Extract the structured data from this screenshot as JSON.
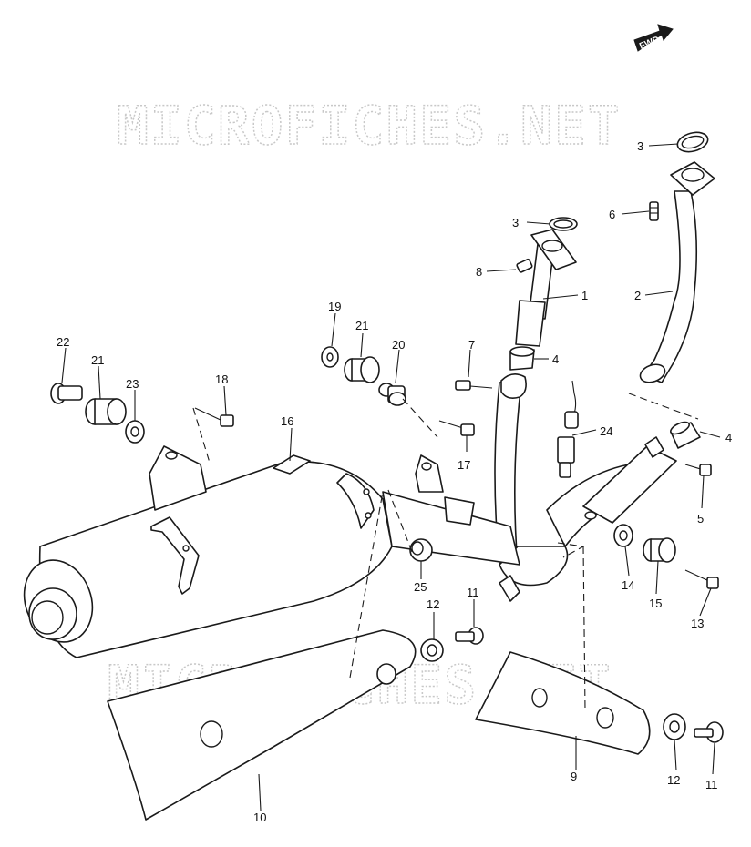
{
  "badge": {
    "direction_label": "FWD"
  },
  "watermarks": [
    "MICROFICHES.NET",
    "MICROFICHES.NET"
  ],
  "callouts": {
    "c1": "1",
    "c2": "2",
    "c3a": "3",
    "c3b": "3",
    "c4a": "4",
    "c4b": "4",
    "c5": "5",
    "c6": "6",
    "c7": "7",
    "c8": "8",
    "c9": "9",
    "c10": "10",
    "c11a": "11",
    "c11b": "11",
    "c12a": "12",
    "c12b": "12",
    "c13": "13",
    "c14": "14",
    "c15": "15",
    "c16": "16",
    "c17": "17",
    "c18": "18",
    "c19": "19",
    "c20": "20",
    "c21a": "21",
    "c21b": "21",
    "c22": "22",
    "c23": "23",
    "c24": "24",
    "c25": "25"
  }
}
